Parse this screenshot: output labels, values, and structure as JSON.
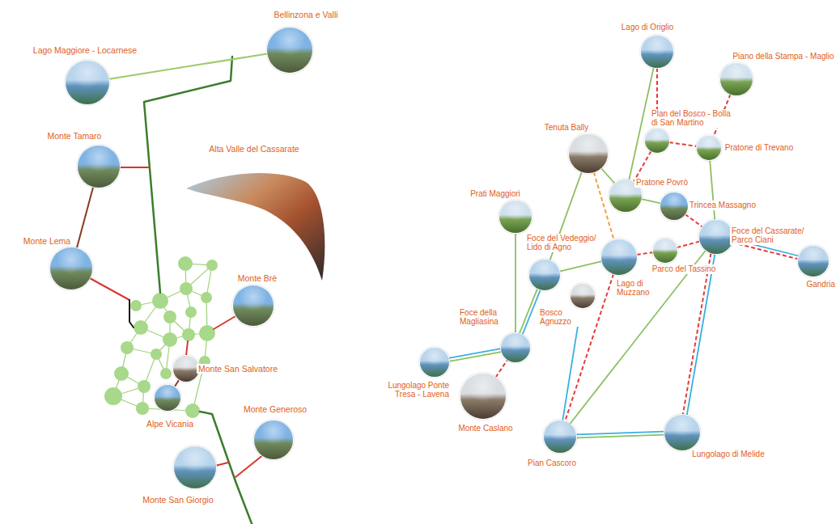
{
  "diagram": {
    "nodes": [
      {
        "text": [
          "Lago Maggiore - Locarnese"
        ]
      },
      {
        "text": [
          "Bellinzona e Valli"
        ]
      },
      {
        "text": [
          "Monte Tamaro"
        ]
      },
      {
        "text": [
          "Alta Valle del Cassarate"
        ]
      },
      {
        "text": [
          "Monte Lema"
        ]
      },
      {
        "text": [
          "Monte Brè"
        ]
      },
      {
        "text": [
          "Monte San Salvatore"
        ]
      },
      {
        "text": [
          "Alpe Vicania"
        ]
      },
      {
        "text": [
          "Monte Generoso"
        ]
      },
      {
        "text": [
          "Monte San Giorgio"
        ]
      },
      {
        "text": [
          "Lago di Origlio"
        ]
      },
      {
        "text": [
          "Piano della Stampa - Maglio"
        ]
      },
      {
        "text": [
          "Plan del Bosco - Bolla di San Martino"
        ]
      },
      {
        "text": [
          "Pratone di Trevano"
        ]
      },
      {
        "text": [
          "Tenuta Bally"
        ]
      },
      {
        "text": [
          "Prati Maggiori"
        ]
      },
      {
        "text": [
          "Pratone Povrò"
        ]
      },
      {
        "text": [
          "Trincea Massagno"
        ]
      },
      {
        "text": [
          "Foce del Cassarate/ Parco Ciani"
        ]
      },
      {
        "text": [
          "Foce del Vedeggio/ Lido di Agno"
        ]
      },
      {
        "text": [
          "Lago di Muzzano"
        ]
      },
      {
        "text": [
          "Parco del Tassino"
        ]
      },
      {
        "text": [
          "Gandria"
        ]
      },
      {
        "text": [
          "Bosco Agnuzzo"
        ]
      },
      {
        "text": [
          "Foce della Magliasina"
        ]
      },
      {
        "text": [
          "Lungolago Ponte Tresa - Lavena"
        ]
      },
      {
        "text": [
          "Monte Caslano"
        ]
      },
      {
        "text": [
          "Pian Cascoro"
        ]
      },
      {
        "text": [
          "Lungolago di Melide"
        ]
      }
    ],
    "edges": [
      {
        "from": 0,
        "to": 1,
        "arrow": "none"
      },
      {
        "from": 4,
        "to": 2,
        "arrow": "none"
      },
      {
        "from": 6,
        "to": 7,
        "arrow": "none"
      },
      {
        "from": 10,
        "to": 16,
        "arrow": "none"
      },
      {
        "from": 10,
        "to": 12,
        "arrow": "none"
      },
      {
        "from": 11,
        "to": 13,
        "arrow": "none"
      },
      {
        "from": 12,
        "to": 13,
        "arrow": "none"
      },
      {
        "from": 12,
        "to": 16,
        "arrow": "none"
      },
      {
        "from": 13,
        "to": 18,
        "arrow": "none"
      },
      {
        "from": 14,
        "to": 16,
        "arrow": "none"
      },
      {
        "from": 16,
        "to": 17,
        "arrow": "none"
      },
      {
        "from": 17,
        "to": 18,
        "arrow": "none"
      },
      {
        "from": 14,
        "to": 19,
        "arrow": "none"
      },
      {
        "from": 14,
        "to": 20,
        "arrow": "none"
      },
      {
        "from": 15,
        "to": 24,
        "arrow": "none"
      },
      {
        "from": 19,
        "to": 20,
        "arrow": "none"
      },
      {
        "from": 20,
        "to": 21,
        "arrow": "none"
      },
      {
        "from": 21,
        "to": 18,
        "arrow": "none"
      },
      {
        "from": 18,
        "to": 22,
        "arrow": "none"
      },
      {
        "from": 18,
        "to": 22,
        "arrow": "none"
      },
      {
        "from": 18,
        "to": 28,
        "arrow": "none"
      },
      {
        "from": 18,
        "to": 28,
        "arrow": "none"
      },
      {
        "from": 18,
        "to": 27,
        "arrow": "none"
      },
      {
        "from": 20,
        "to": 27,
        "arrow": "none"
      },
      {
        "from": 23,
        "to": 27,
        "arrow": "none"
      },
      {
        "from": 19,
        "to": 24,
        "arrow": "none"
      },
      {
        "from": 19,
        "to": 24,
        "arrow": "none"
      },
      {
        "from": 25,
        "to": 24,
        "arrow": "none"
      },
      {
        "from": 25,
        "to": 24,
        "arrow": "none"
      },
      {
        "from": 26,
        "to": 24,
        "arrow": "none"
      },
      {
        "from": 27,
        "to": 28,
        "arrow": "none"
      },
      {
        "from": 27,
        "to": 28,
        "arrow": "none"
      }
    ]
  }
}
